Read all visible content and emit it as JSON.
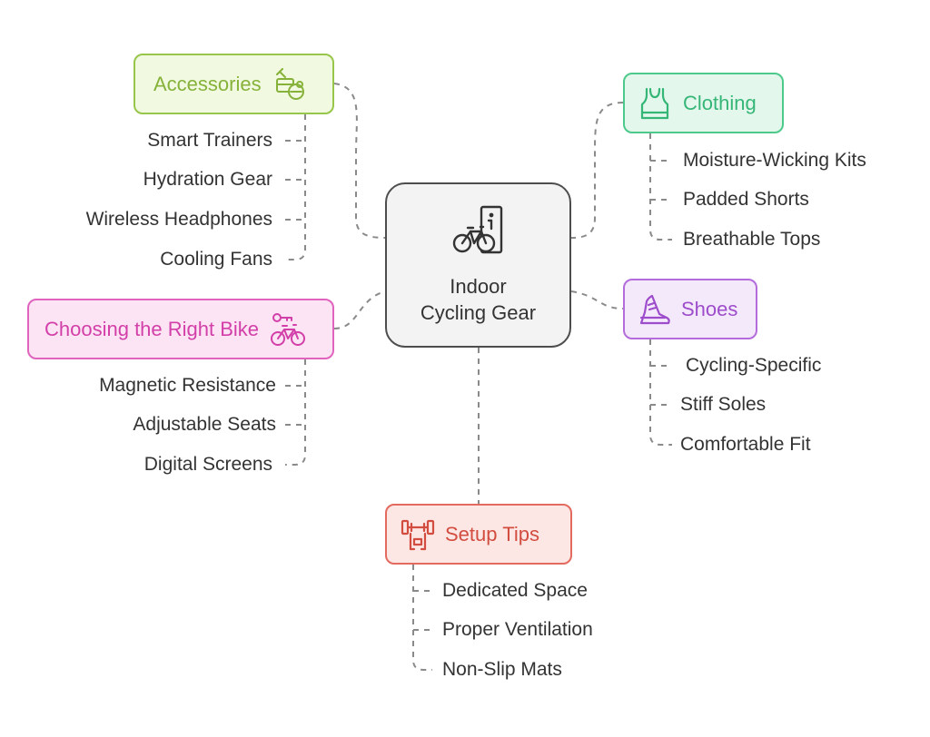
{
  "center": {
    "line1": "Indoor",
    "line2": "Cycling Gear",
    "icon": "bicycle-info-icon"
  },
  "branches": {
    "accessories": {
      "label": "Accessories",
      "icon": "accessories-icon",
      "color": "#98c64a",
      "items": [
        "Smart Trainers",
        "Hydration Gear",
        "Wireless Headphones",
        "Cooling Fans"
      ]
    },
    "clothing": {
      "label": "Clothing",
      "icon": "tank-top-icon",
      "color": "#4dca8b",
      "items": [
        "Moisture-Wicking Kits",
        "Padded Shorts",
        "Breathable Tops"
      ]
    },
    "bike": {
      "label": "Choosing the Right Bike",
      "icon": "bike-key-icon",
      "color": "#e063be",
      "items": [
        "Magnetic Resistance",
        "Adjustable Seats",
        "Digital Screens"
      ]
    },
    "shoes": {
      "label": "Shoes",
      "icon": "cycling-shoe-icon",
      "color": "#b46bdc",
      "items": [
        "Cycling-Specific",
        "Stiff Soles",
        "Comfortable Fit"
      ]
    },
    "setup": {
      "label": "Setup Tips",
      "icon": "weight-rack-icon",
      "color": "#e36a5e",
      "items": [
        "Dedicated Space",
        "Proper Ventilation",
        "Non-Slip Mats"
      ]
    }
  }
}
